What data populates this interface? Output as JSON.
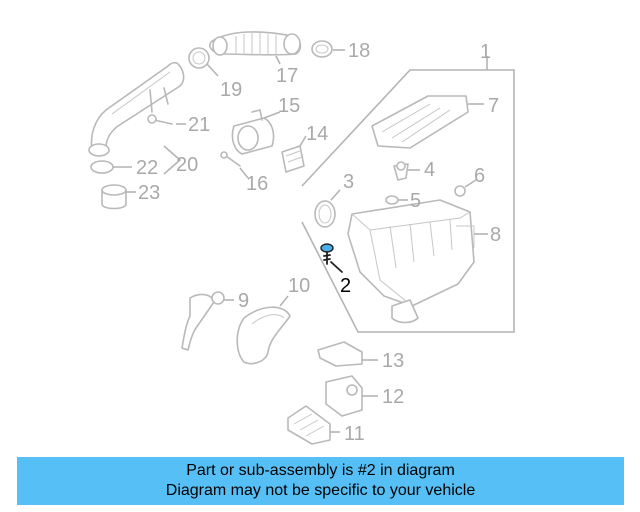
{
  "diagram": {
    "callouts": {
      "c1": "1",
      "c2": "2",
      "c3": "3",
      "c4": "4",
      "c5": "5",
      "c6": "6",
      "c7": "7",
      "c8": "8",
      "c9": "9",
      "c10": "10",
      "c11": "11",
      "c12": "12",
      "c13": "13",
      "c14": "14",
      "c15": "15",
      "c16": "16",
      "c17": "17",
      "c18": "18",
      "c19": "19",
      "c20": "20",
      "c21": "21",
      "c22": "22",
      "c23": "23"
    },
    "highlight_color": "#4aaee8",
    "part_color": "#b9b9b9"
  },
  "banner": {
    "line1": "Part or sub-assembly is #2 in diagram",
    "line2": "Diagram may not be specific to your vehicle",
    "background": "#56bff5"
  }
}
